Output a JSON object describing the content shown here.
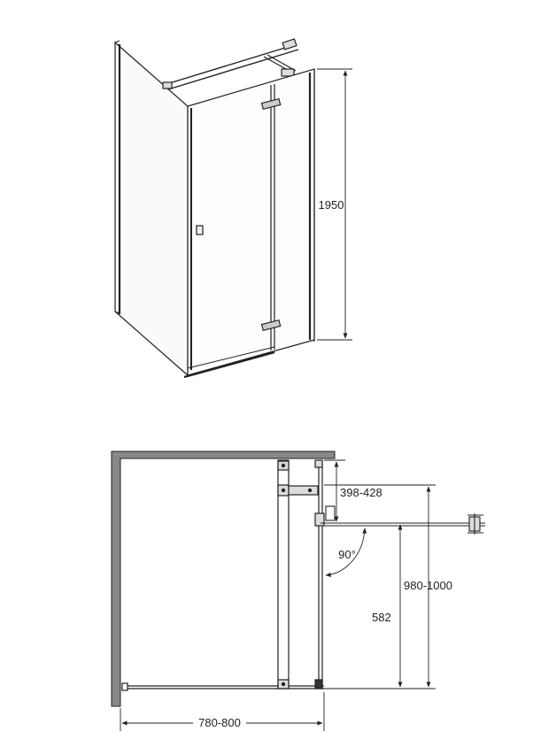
{
  "elevation": {
    "height_label": "1950"
  },
  "plan": {
    "fixed_to_door_label": "398-428",
    "door_width_label": "980-1000",
    "door_opening_label": "582",
    "angle_label": "90°",
    "enclosure_width_label": "780-800"
  }
}
